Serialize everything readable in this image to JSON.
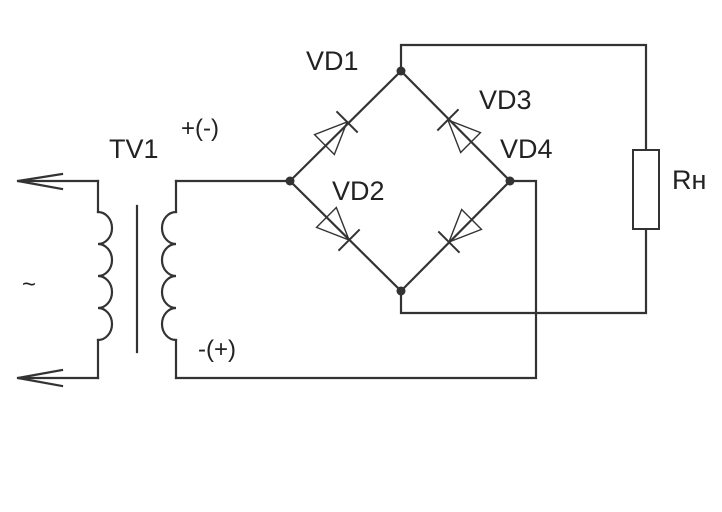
{
  "labels": {
    "vd1": "VD1",
    "vd2": "VD2",
    "vd3": "VD3",
    "vd4": "VD4",
    "tv1": "TV1",
    "rh": "Rн",
    "top_polarity": "+(-)",
    "bottom_polarity": "-(+)",
    "ac_symbol": "~"
  },
  "colors": {
    "line": "#333333",
    "text": "#222222"
  }
}
